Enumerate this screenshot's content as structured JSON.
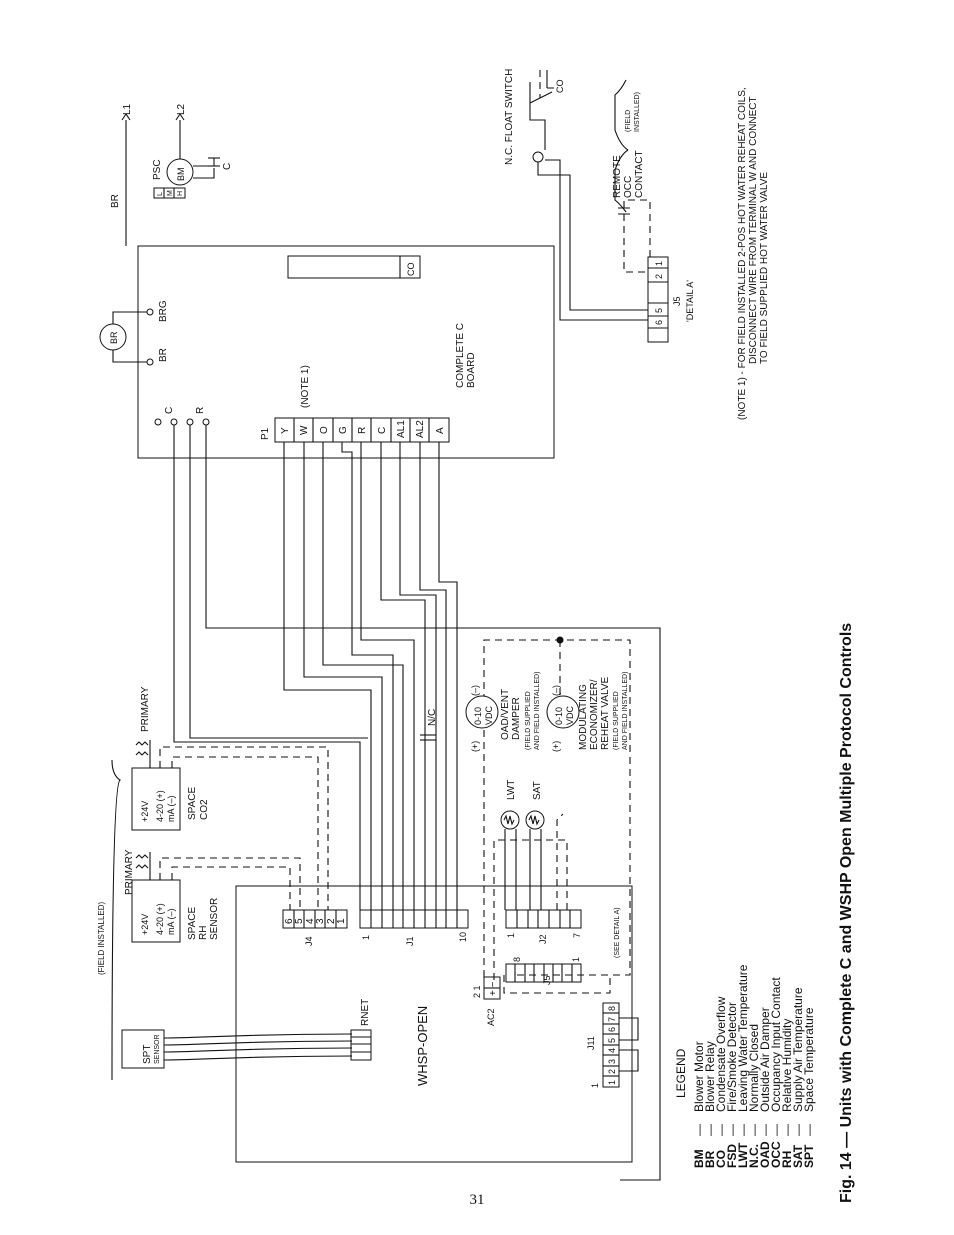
{
  "figure": {
    "caption": "Fig. 14 — Units with Complete C and WSHP Open Multiple Protocol Controls",
    "page_number": "31"
  },
  "whsp": {
    "title": "WHSP-OPEN",
    "rnet": "RNET"
  },
  "complete_c": {
    "line1": "COMPLETE C",
    "line2": "BOARD",
    "co_label": "CO",
    "p1": "P1",
    "note1": "(NOTE 1)",
    "terminals": [
      "Y",
      "W",
      "O",
      "G",
      "R",
      "C",
      "AL1",
      "AL2",
      "A"
    ]
  },
  "spt": {
    "label": "SPT",
    "sub": "SENSOR",
    "field": "(FIELD INSTALLED)"
  },
  "rh": {
    "v24": "+24V",
    "ma": "4-20 (+)",
    "ma2": "mA (–)",
    "name1": "SPACE",
    "name2": "RH",
    "name3": "SENSOR",
    "primary": "PRIMARY"
  },
  "co2": {
    "v24": "+24V",
    "ma": "4-20 (+)",
    "ma2": "mA (–)",
    "name1": "SPACE",
    "name2": "CO2",
    "primary": "PRIMARY"
  },
  "connectors": {
    "j4": "J4",
    "j4_pins": [
      "6",
      "5",
      "4",
      "3",
      "2",
      "1"
    ],
    "j1": "J1",
    "j1_first": "1",
    "j1_last": "10",
    "j2": "J2",
    "j2_first": "1",
    "j2_last": "7",
    "j5": "J5",
    "j5_first": "8",
    "j5_last": "1",
    "see_detail": "(SEE DETAIL A)",
    "j11": "J11",
    "j11_pins": [
      "1",
      "2",
      "3",
      "4",
      "5",
      "6",
      "7",
      "8"
    ],
    "j11_first": "1",
    "ac2": "AC2",
    "ac2_pins": "2 1"
  },
  "sensors": {
    "lwt": "LWT",
    "sat": "SAT",
    "nc": "N/C"
  },
  "oad": {
    "range": "0-10",
    "unit": "VDC",
    "plus": "(+)",
    "minus": "(–)",
    "line1": "OAD/VENT",
    "line2": "DAMPER",
    "line3": "(FIELD SUPPLIED",
    "line4": "AND FIELD INSTALLED)"
  },
  "mod": {
    "range": "0-10",
    "unit": "VDC",
    "plus": "(+)",
    "minus": "(–)",
    "line1": "MODULATING",
    "line2": "ECONOMIZER/",
    "line3": "REHEAT VALVE",
    "line4": "(FIELD SUPPLIED",
    "line5": "AND FIELD INSTALLED)"
  },
  "top": {
    "c": "C",
    "r": "R",
    "br_relay": "BR",
    "br_left": "BR",
    "brg": "BRG",
    "br_wire": "BR",
    "psc": "PSC",
    "bm": "BM",
    "lmh": [
      "L",
      "M",
      "H"
    ],
    "cap": "C",
    "l1": "L1",
    "l2": "L2",
    "float_switch": "N.C. FLOAT SWITCH",
    "co": "CO",
    "field1": "(FIELD",
    "field2": "INSTALLED)",
    "remote": "REMOTE",
    "occ": "OCC",
    "contact": "CONTACT",
    "j5_detail": "J5",
    "j5_pins": [
      "6",
      "5",
      "2",
      "1"
    ],
    "detail_a": "'DETAIL A'"
  },
  "note": {
    "line1": "(NOTE 1) -  FOR FIELD INSTALLED 2-POS HOT WATER REHEAT COILS,",
    "line2": "DISCONNECT WIRE FROM TERMINAL W AND CONNECT",
    "line3": "TO FIELD SUPPLIED HOT WATER VALVE"
  },
  "legend": {
    "title": "LEGEND",
    "items": [
      {
        "abbr": "BM",
        "dash": "—",
        "desc": "Blower Motor"
      },
      {
        "abbr": "BR",
        "dash": "—",
        "desc": "Blower Relay"
      },
      {
        "abbr": "CO",
        "dash": "—",
        "desc": "Condensate Overflow"
      },
      {
        "abbr": "FSD",
        "dash": "—",
        "desc": "Fire/Smoke Detector"
      },
      {
        "abbr": "LWT",
        "dash": "—",
        "desc": "Leaving Water Temperature"
      },
      {
        "abbr": "N.C.",
        "dash": "—",
        "desc": "Normally Closed"
      },
      {
        "abbr": "OAD",
        "dash": "—",
        "desc": "Outside Air Damper"
      },
      {
        "abbr": "OCC",
        "dash": "—",
        "desc": "Occupancy Input Contact"
      },
      {
        "abbr": "RH",
        "dash": "—",
        "desc": "Relative Humidity"
      },
      {
        "abbr": "SAT",
        "dash": "—",
        "desc": "Supply Air Temperature"
      },
      {
        "abbr": "SPT",
        "dash": "—",
        "desc": "Space Temperature"
      }
    ]
  }
}
